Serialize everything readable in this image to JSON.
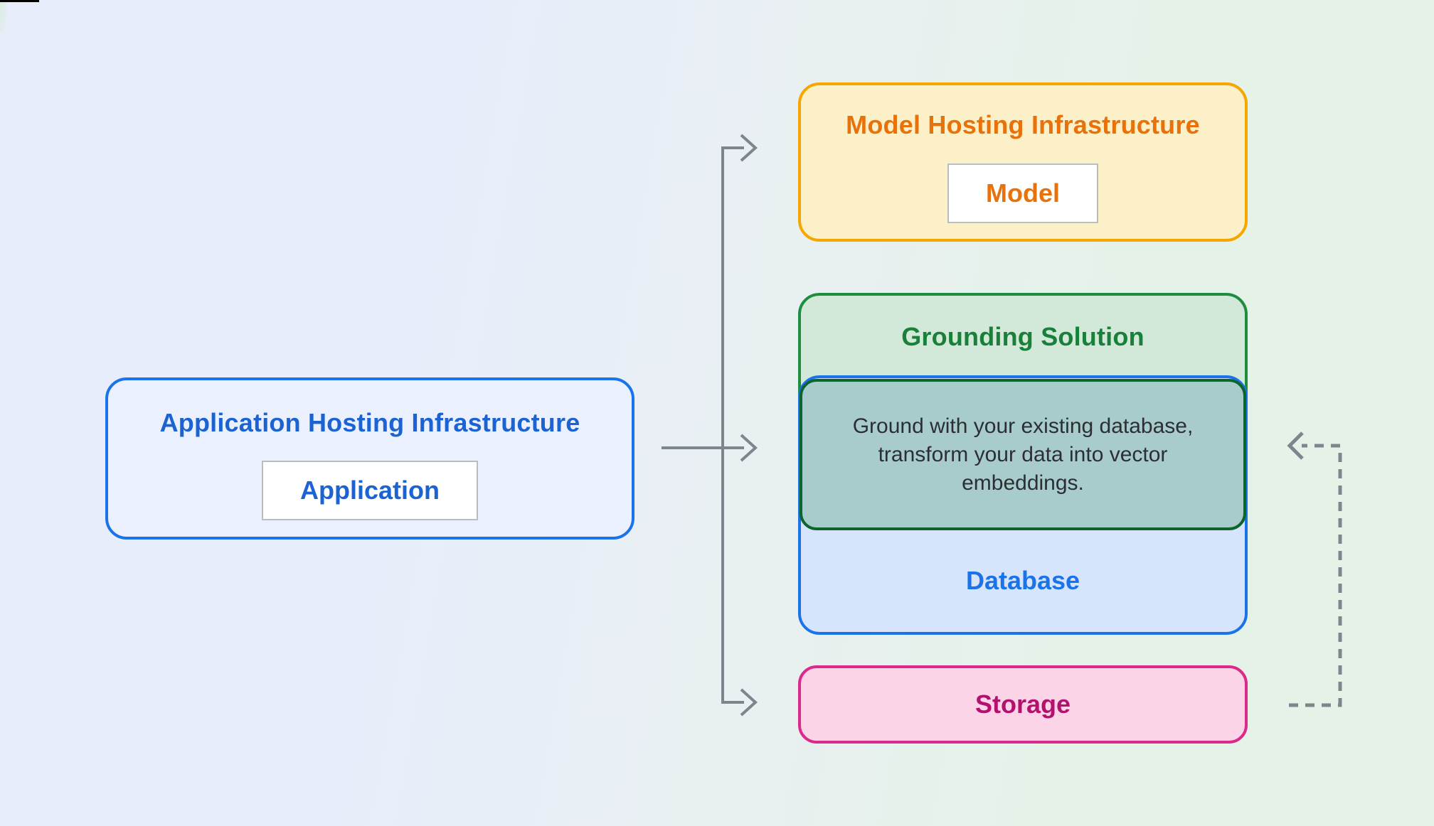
{
  "diagram": {
    "application": {
      "title": "Application Hosting Infrastructure",
      "chip_label": "Application"
    },
    "model": {
      "title": "Model Hosting Infrastructure",
      "chip_label": "Model"
    },
    "grounding": {
      "title": "Grounding Solution",
      "description": "Ground with your existing database, transform your data into vector embeddings.",
      "database_label": "Database"
    },
    "storage": {
      "label": "Storage"
    }
  },
  "colors": {
    "bg-left": "#e8edfb",
    "bg-right": "#e5f2e8",
    "blue-border": "#1a73e8",
    "blue-text": "#1b63d2",
    "app-fill": "#eaf0fd",
    "db-fill": "#d7e5fc",
    "amber-border": "#f5a700",
    "orange-text": "#e8710a",
    "amber-fill": "#fcf0c8",
    "green-border": "#1e8e3e",
    "green-text": "#188038",
    "green-fill": "#d2e8d8",
    "teal-border": "#0d652d",
    "teal-fill": "#a7cccb",
    "body-text": "#2b2f33",
    "pink-border": "#dc2a8c",
    "pink-text": "#b4106e",
    "pink-fill": "#fbd4e8",
    "arrow": "#7e868d",
    "chip-border": "#b9bdc2",
    "chip-fill": "#ffffff"
  }
}
